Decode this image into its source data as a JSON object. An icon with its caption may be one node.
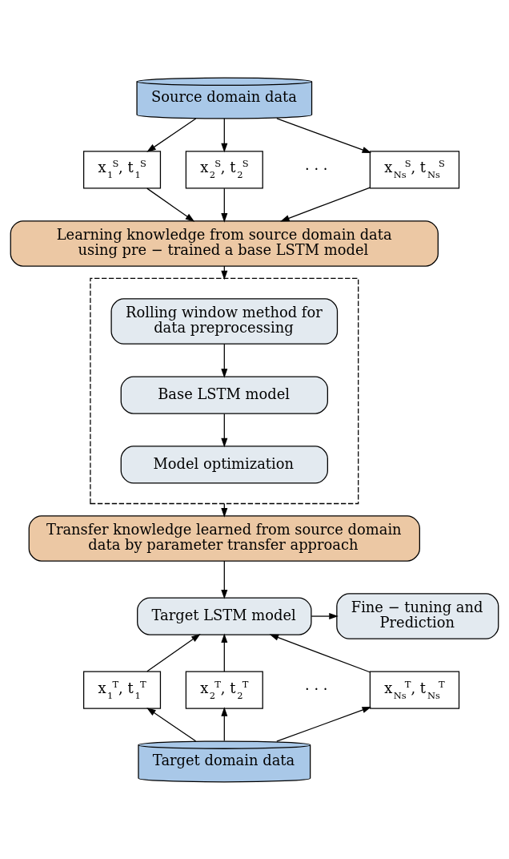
{
  "diagram": {
    "nodes": [
      {
        "text": [
          "Source domain data"
        ]
      },
      {
        "text": [
          "x$_{1}$$^{S}$, t$_{1}$$^{S}$"
        ]
      },
      {
        "text": [
          "x$_{2}$$^{S}$, t$_{2}$$^{S}$"
        ]
      },
      {
        "text": [
          "x$_{Ns}$$^{S}$, t$_{Ns}$$^{S}$"
        ]
      },
      {
        "text": [
          "Learning knowledge from source domain data using pre − trained a base LSTM model"
        ]
      },
      {
        "text": [],
        "shape": "box"
      },
      {
        "text": [
          "Rolling window method for data preprocessing"
        ],
        "in": 5
      },
      {
        "text": [
          "Base LSTM model"
        ],
        "in": 5
      },
      {
        "text": [
          "Model optimization"
        ],
        "in": 5
      },
      {
        "text": [
          "Transfer knowledge learned from source domain data by parameter transfer approach"
        ]
      },
      {
        "text": [
          "Target LSTM model"
        ]
      },
      {
        "text": [
          "Fine − tuning and Prediction"
        ]
      },
      {
        "text": [
          "x$_{1}$$^{T}$, t$_{1}$$^{T}$"
        ]
      },
      {
        "text": [
          "x$_{2}$$^{T}$, t$_{2}$$^{T}$"
        ]
      },
      {
        "text": [
          "x$_{Ns}$$^{T}$, t$_{Ns}$$^{T}$"
        ]
      },
      {
        "text": [
          "Target domain data"
        ]
      }
    ],
    "edges": [
      {
        "from": 0,
        "to": 1,
        "arrow": "to"
      },
      {
        "from": 0,
        "to": 2,
        "arrow": "to"
      },
      {
        "from": 0,
        "to": 3,
        "arrow": "to"
      },
      {
        "from": 1,
        "to": 4,
        "arrow": "to"
      },
      {
        "from": 2,
        "to": 4,
        "arrow": "to"
      },
      {
        "from": 3,
        "to": 4,
        "arrow": "to"
      },
      {
        "from": 4,
        "to": 5,
        "arrow": "to"
      },
      {
        "from": 6,
        "to": 7,
        "arrow": "to"
      },
      {
        "from": 7,
        "to": 8,
        "arrow": "to"
      },
      {
        "from": 5,
        "to": 9,
        "arrow": "to"
      },
      {
        "from": 9,
        "to": 10,
        "arrow": "to"
      },
      {
        "from": 10,
        "to": 11,
        "arrow": "to"
      },
      {
        "from": 12,
        "to": 10,
        "arrow": "to"
      },
      {
        "from": 13,
        "to": 10,
        "arrow": "to"
      },
      {
        "from": 14,
        "to": 10,
        "arrow": "to"
      },
      {
        "from": 15,
        "to": 12,
        "arrow": "to"
      },
      {
        "from": 15,
        "to": 13,
        "arrow": "to"
      },
      {
        "from": 15,
        "to": 14,
        "arrow": "to"
      }
    ],
    "labels": [
      "· · ·",
      "· · ·"
    ]
  }
}
